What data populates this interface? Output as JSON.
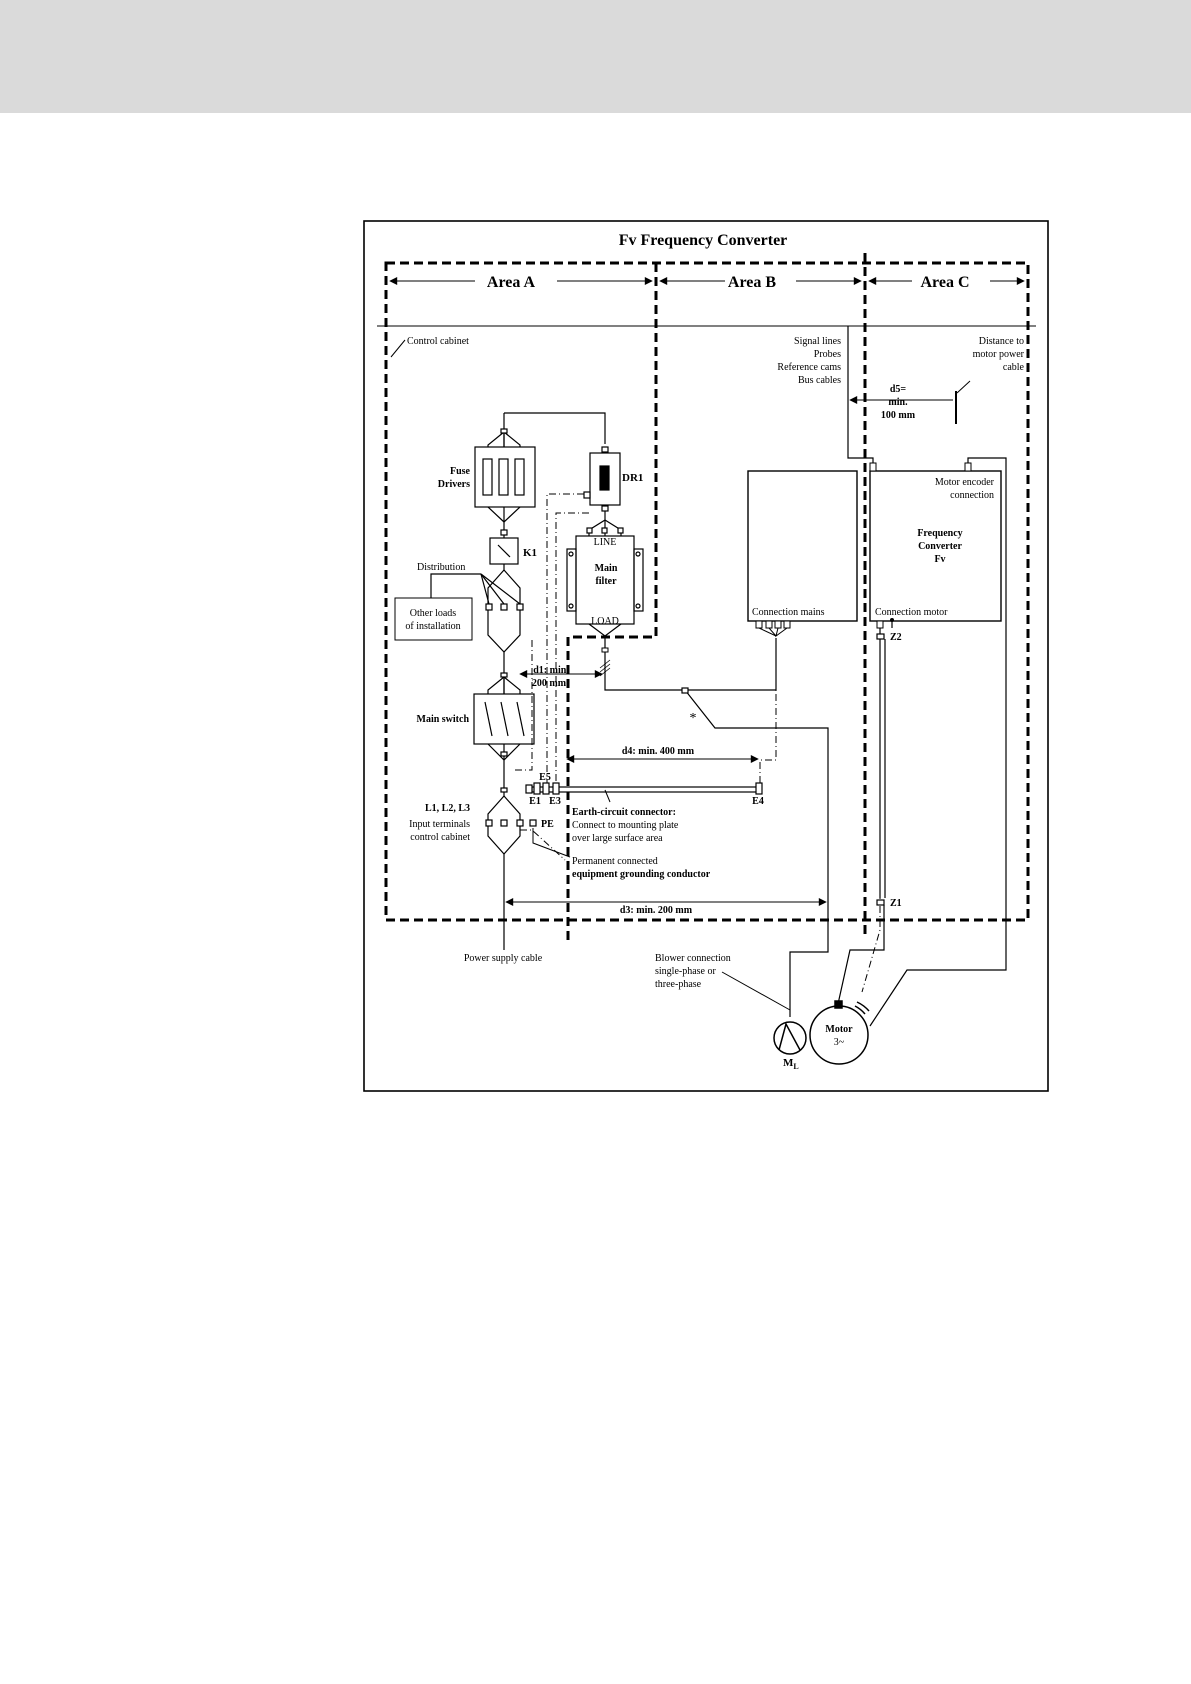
{
  "diagram": {
    "title": "Fv Frequency Converter",
    "areas": {
      "a": "Area A",
      "b": "Area B",
      "c": "Area C"
    },
    "control_cabinet": "Control cabinet",
    "signal_lines": [
      "Signal lines",
      "Probes",
      "Reference cams",
      "Bus cables"
    ],
    "distance_motor_cable": [
      "Distance to",
      "motor power",
      "cable"
    ],
    "d5": [
      "d5=",
      "min.",
      "100 mm"
    ],
    "fuse_drivers": [
      "Fuse",
      "Drivers"
    ],
    "dr1": "DR1",
    "line": "LINE",
    "load": "LOAD",
    "main_filter": [
      "Main",
      "filter"
    ],
    "k1": "K1",
    "distribution": "Distribution",
    "other_loads": [
      "Other loads",
      "of installation"
    ],
    "d1": [
      "d1: min.",
      "200 mm"
    ],
    "main_switch": "Main switch",
    "star": "*",
    "d4": "d4: min. 400 mm",
    "e1": "E1",
    "e3": "E3",
    "e4": "E4",
    "e5": "E5",
    "pe": "PE",
    "l123": "L1, L2, L3",
    "input_terminals": [
      "Input terminals",
      "control cabinet"
    ],
    "earth_connector": [
      "Earth-circuit connector:",
      "Connect to mounting plate",
      "over large surface area"
    ],
    "grounding": [
      "Permanent connected",
      "equipment grounding conductor"
    ],
    "d3": "d3: min. 200 mm",
    "power_supply": "Power supply cable",
    "blower": [
      "Blower connection",
      "single-phase or",
      "three-phase"
    ],
    "ml": "M",
    "ml_sub": "L",
    "connection_mains": "Connection mains",
    "connection_motor": "Connection motor",
    "motor_encoder": [
      "Motor encoder",
      "connection"
    ],
    "freq_converter": [
      "Frequency",
      "Converter",
      "Fv"
    ],
    "z1": "Z1",
    "z2": "Z2",
    "motor": "Motor",
    "motor_phase": "3~"
  }
}
